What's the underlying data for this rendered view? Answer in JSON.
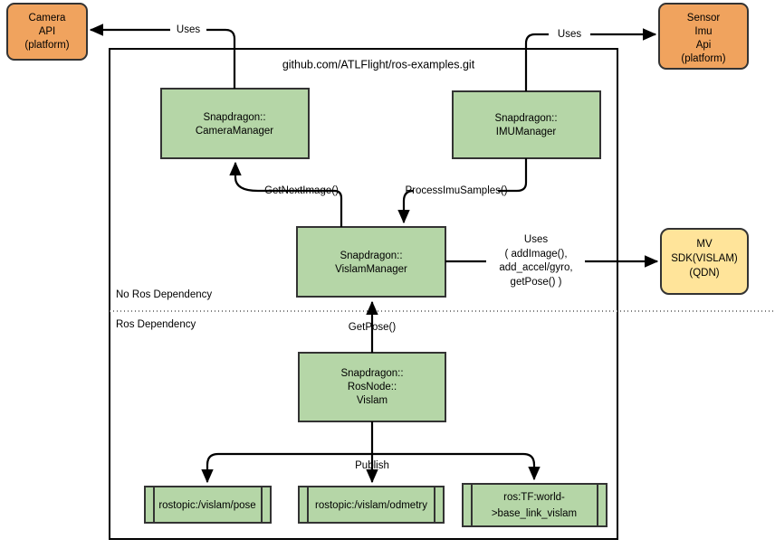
{
  "diagram": {
    "title": "github.com/ATLFlight/ros-examples.git",
    "colors": {
      "platform_box_fill": "#f0a35e",
      "platform_box_stroke": "#9a6a2f",
      "component_box_fill": "#b5d6a7",
      "component_box_stroke": "#333333",
      "sdk_box_fill": "#ffe49a",
      "sdk_box_stroke": "#9a7b23",
      "edge_color": "#000000",
      "divider_color": "#808080"
    },
    "zones": {
      "upper_label": "No Ros Dependency",
      "lower_label": "Ros Dependency"
    },
    "external_nodes": [
      {
        "id": "camera-api",
        "lines": [
          "Camera",
          "API",
          "(platform)"
        ],
        "kind": "platform"
      },
      {
        "id": "sensor-imu-api",
        "lines": [
          "Sensor",
          "Imu",
          "Api",
          "(platform)"
        ],
        "kind": "platform"
      },
      {
        "id": "mv-sdk",
        "lines": [
          "MV",
          "SDK(VISLAM)",
          "(QDN)"
        ],
        "kind": "sdk"
      }
    ],
    "component_nodes": [
      {
        "id": "camera-manager",
        "lines": [
          "Snapdragon::",
          "CameraManager"
        ]
      },
      {
        "id": "imu-manager",
        "lines": [
          "Snapdragon::",
          "IMUManager"
        ]
      },
      {
        "id": "vislam-manager",
        "lines": [
          "Snapdragon::",
          "VislamManager"
        ]
      },
      {
        "id": "ros-node-vislam",
        "lines": [
          "Snapdragon::",
          "RosNode::",
          "Vislam"
        ]
      }
    ],
    "topic_nodes": [
      {
        "id": "topic-vislam-pose",
        "lines": [
          "rostopic:/vislam/pose"
        ]
      },
      {
        "id": "topic-vislam-odmetry",
        "lines": [
          "rostopic:/vislam/odmetry"
        ]
      },
      {
        "id": "topic-tf-world-baselink",
        "lines": [
          "ros:TF:world-",
          ">base_link_vislam"
        ]
      }
    ],
    "edge_labels": {
      "camera_uses": "Uses",
      "imu_uses": "Uses",
      "get_next_image": "GetNextImage()",
      "process_imu_samples": "ProcessImuSamples()",
      "mv_uses_line1": "Uses",
      "mv_uses_line2": "( addImage(),",
      "mv_uses_line3": "add_accel/gyro,",
      "mv_uses_line4": "getPose() )",
      "get_pose": "GetPose()",
      "publish": "Publish"
    }
  }
}
